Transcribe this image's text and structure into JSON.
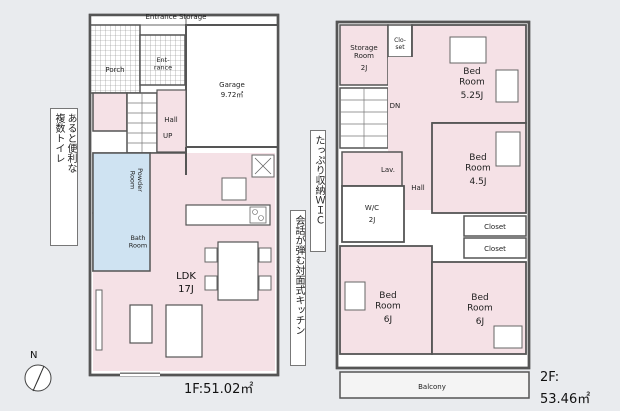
{
  "floor1": {
    "entrance_storage": "Entrance Storage",
    "porch": "Porch",
    "entrance": "Ent-\nrance",
    "garage": "Garage",
    "garage_area": "9.72㎡",
    "hall": "Hall",
    "up": "UP",
    "powder_room": "Powder\nRoom",
    "bath_room": "Bath\nRoom",
    "ldk": "LDK",
    "ldk_size": "17J",
    "total_label": "1F:51.02㎡"
  },
  "floor2": {
    "storage_room": "Storage\nRoom",
    "storage_size": "2J",
    "closet_small": "Clo-\nset",
    "dn": "DN",
    "lav": "Lav.",
    "hall": "Hall",
    "wic": "W/C",
    "wic_size": "2J",
    "bed_top": "Bed\nRoom",
    "bed_top_size": "5.25J",
    "bed_mid": "Bed\nRoom",
    "bed_mid_size": "4.5J",
    "closet_a": "Closet",
    "closet_b": "Closet",
    "bed_bl": "Bed\nRoom",
    "bed_bl_size": "6J",
    "bed_br": "Bed\nRoom",
    "bed_br_size": "6J",
    "balcony": "Balcony",
    "total_label_line1": "2F:",
    "total_label_line2": "53.46㎡"
  },
  "callouts": {
    "toilet": "あると便利な\n複数トイレ",
    "wic": "たっぷり収納ＷＩＣ",
    "kitchen": "会話が弾む対面式キッチン"
  },
  "compass_label": "N",
  "colors": {
    "wall": "#555555",
    "pink": "#f5e1e6",
    "blue": "#cfe3f2",
    "balcony": "#f4f4f4"
  }
}
